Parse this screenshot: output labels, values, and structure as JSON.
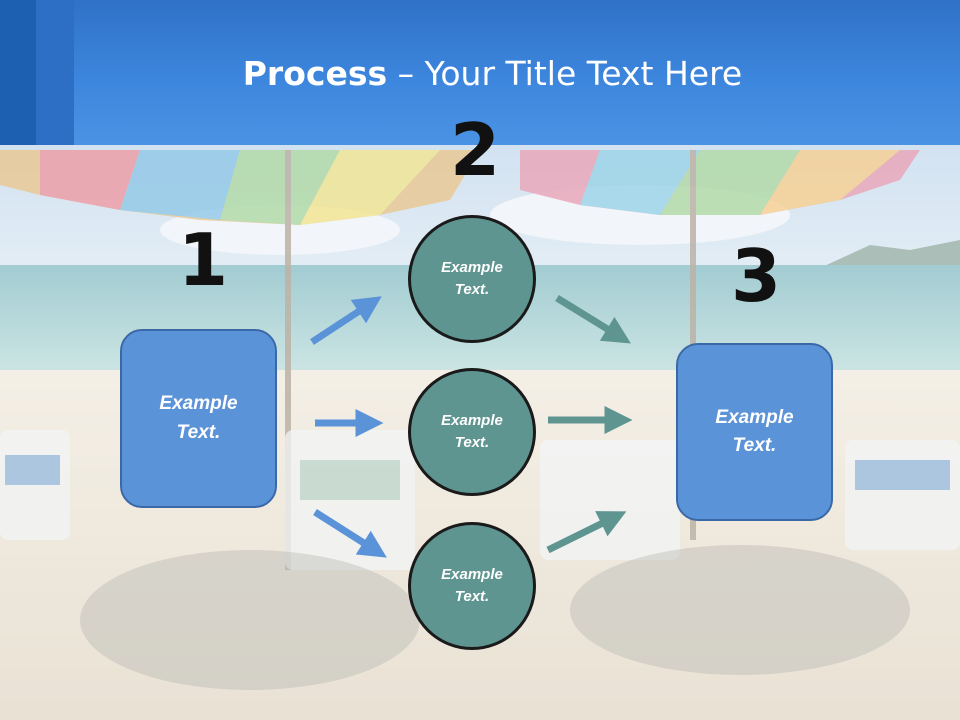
{
  "title": {
    "bold": "Process",
    "rest": " – Your Title Text Here"
  },
  "steps": {
    "n1": "1",
    "n2": "2",
    "n3": "3"
  },
  "left_box": {
    "text": "Example Text."
  },
  "right_box": {
    "text": "Example Text."
  },
  "circles": [
    {
      "text": "Example Text."
    },
    {
      "text": "Example Text."
    },
    {
      "text": "Example Text."
    }
  ],
  "colors": {
    "header": "#3d86dd",
    "box_fill": "#5b93d8",
    "circle_fill": "#5f9590",
    "arrow_blue": "#5b93d8",
    "arrow_teal": "#5f9590"
  }
}
